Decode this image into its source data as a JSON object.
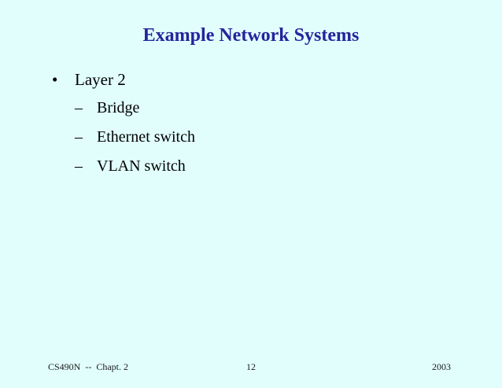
{
  "slide": {
    "title": "Example Network Systems",
    "content": {
      "bullet": {
        "marker": "•",
        "text": "Layer 2",
        "sub_items": [
          {
            "marker": "–",
            "text": "Bridge"
          },
          {
            "marker": "–",
            "text": "Ethernet switch"
          },
          {
            "marker": "–",
            "text": "VLAN switch"
          }
        ]
      }
    },
    "footer": {
      "left": "CS490N  --  Chapt. 2",
      "center_page_number": "12",
      "right_year": "2003"
    },
    "colors": {
      "background": "#E1FEFD",
      "title_text": "#24249C",
      "body_text": "#000000",
      "footer_text": "#1A1A1A"
    }
  }
}
